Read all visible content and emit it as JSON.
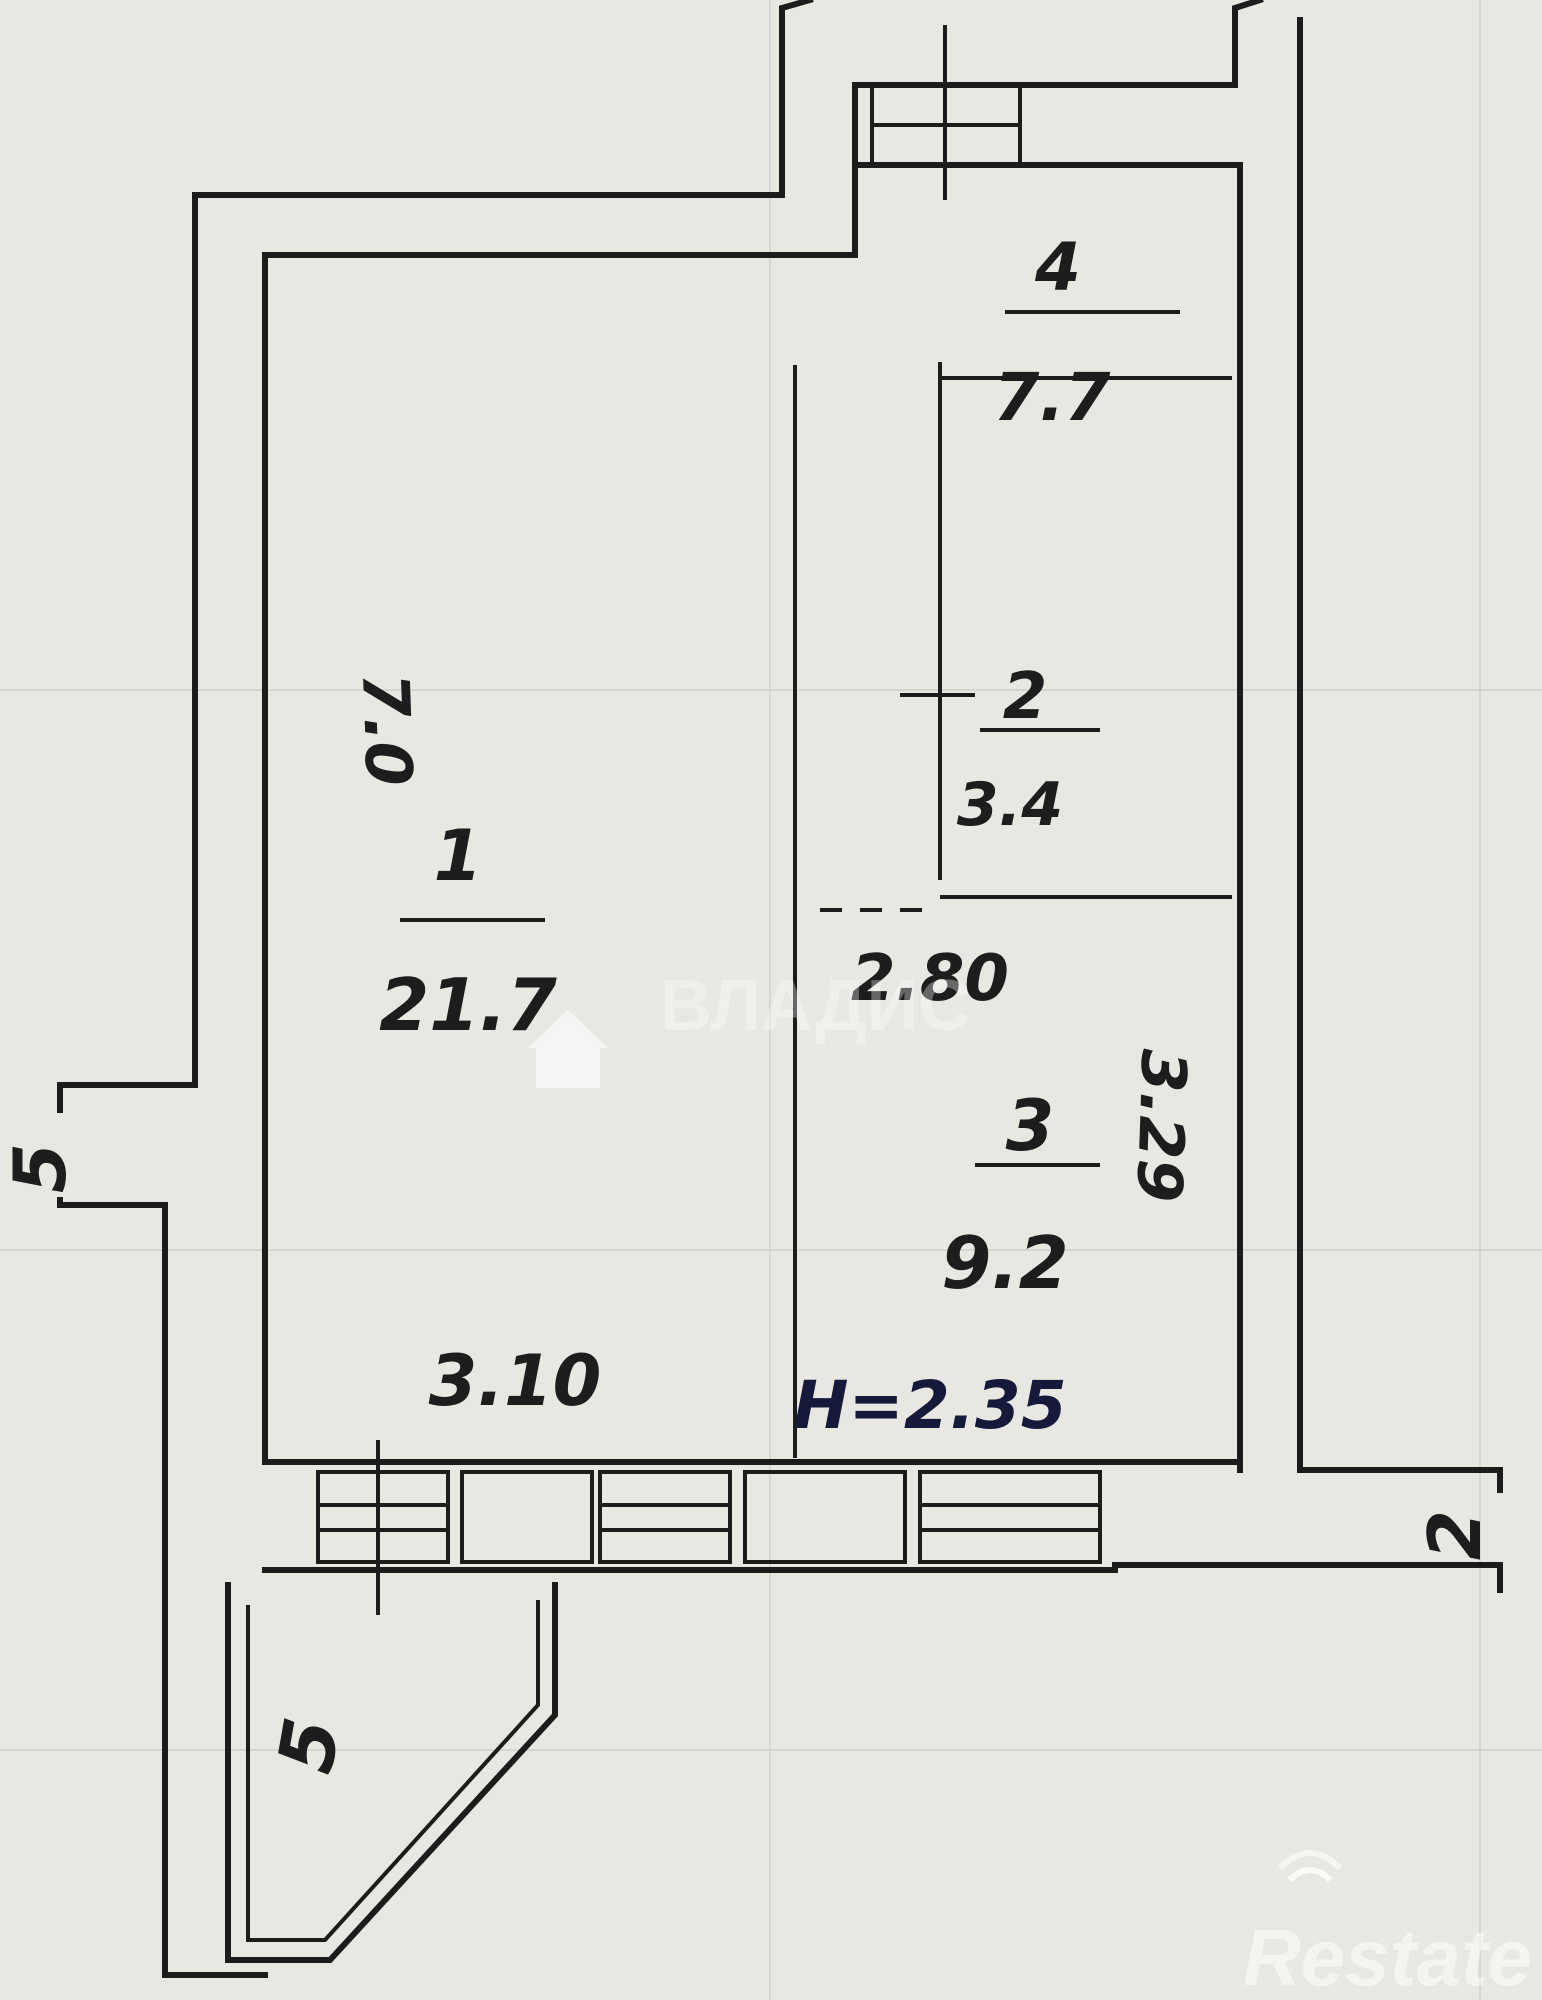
{
  "rooms": [
    {
      "id": "1",
      "number": "1",
      "area": "21.7"
    },
    {
      "id": "2",
      "number": "2",
      "area": "3.4"
    },
    {
      "id": "3",
      "number": "3",
      "area": "9.2"
    },
    {
      "id": "4",
      "number": "4",
      "area": "7.7"
    },
    {
      "id": "5",
      "number": "5"
    }
  ],
  "dimensions": {
    "room1_length": "7.0",
    "room1_width": "3.10",
    "room3_width": "2.80",
    "room3_length": "3.29",
    "ceiling_height": "H=2.35"
  },
  "exterior_labels": {
    "left": "5",
    "right": "2"
  },
  "watermarks": {
    "center": "ВЛАДИС",
    "corner": "Restate"
  }
}
